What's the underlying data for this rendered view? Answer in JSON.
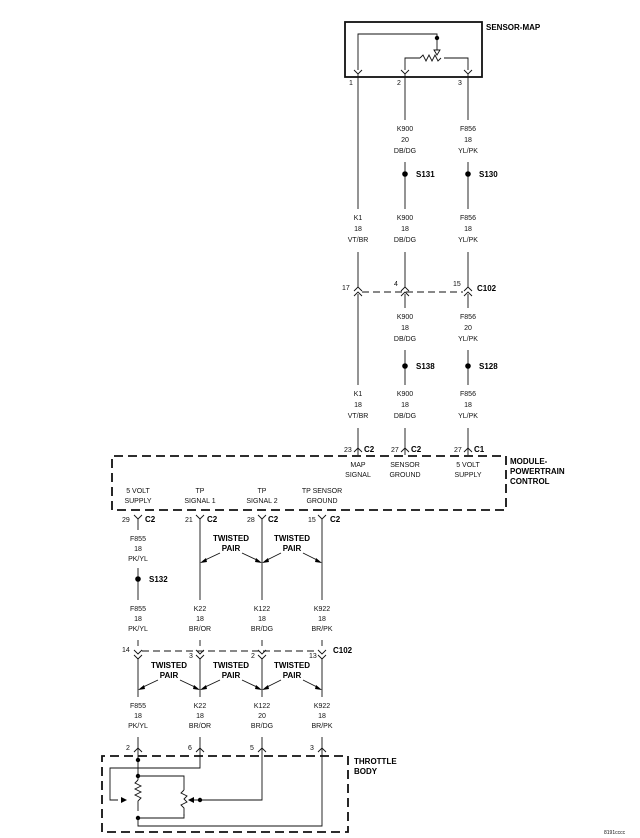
{
  "components": {
    "sensor_map": "SENSOR-MAP",
    "pcm_line1": "MODULE-",
    "pcm_line2": "POWERTRAIN",
    "pcm_line3": "CONTROL",
    "throttle_line1": "THROTTLE",
    "throttle_line2": "BODY"
  },
  "sensor_pins": [
    "1",
    "2",
    "3"
  ],
  "top_wires": {
    "k900_a": [
      "K900",
      "20",
      "DB/DG"
    ],
    "f856_a": [
      "F856",
      "18",
      "YL/PK"
    ],
    "k1_a": [
      "K1",
      "18",
      "VT/BR"
    ],
    "k900_b": [
      "K900",
      "18",
      "DB/DG"
    ],
    "f856_b": [
      "F856",
      "18",
      "YL/PK"
    ],
    "k900_c": [
      "K900",
      "18",
      "DB/DG"
    ],
    "f856_c": [
      "F856",
      "20",
      "YL/PK"
    ],
    "k1_b": [
      "K1",
      "18",
      "VT/BR"
    ],
    "k900_d": [
      "K900",
      "18",
      "DB/DG"
    ],
    "f856_d": [
      "F856",
      "18",
      "YL/PK"
    ]
  },
  "splices": {
    "s131": "S131",
    "s130": "S130",
    "s138": "S138",
    "s128": "S128",
    "s132": "S132"
  },
  "c102_top": {
    "pins": [
      "17",
      "4",
      "15"
    ],
    "label": "C102"
  },
  "pcm_pins_top": [
    {
      "pin": "23",
      "conn": "C2",
      "label1": "MAP",
      "label2": "SIGNAL"
    },
    {
      "pin": "27",
      "conn": "C2",
      "label1": "SENSOR",
      "label2": "GROUND"
    },
    {
      "pin": "27",
      "conn": "C1",
      "label1": "5 VOLT",
      "label2": "SUPPLY"
    }
  ],
  "pcm_pins_bottom": [
    {
      "pin": "29",
      "conn": "C2",
      "label1": "5 VOLT",
      "label2": "SUPPLY"
    },
    {
      "pin": "21",
      "conn": "C2",
      "label1": "TP",
      "label2": "SIGNAL 1"
    },
    {
      "pin": "28",
      "conn": "C2",
      "label1": "TP",
      "label2": "SIGNAL 2"
    },
    {
      "pin": "15",
      "conn": "C2",
      "label1": "TP SENSOR",
      "label2": "GROUND"
    }
  ],
  "twisted_pair": [
    "TWISTED",
    "PAIR"
  ],
  "bottom_wires": {
    "f855_a": [
      "F855",
      "18",
      "PK/YL"
    ],
    "f855_b": [
      "F855",
      "18",
      "PK/YL"
    ],
    "k22_a": [
      "K22",
      "18",
      "BR/OR"
    ],
    "k122_a": [
      "K122",
      "18",
      "BR/DG"
    ],
    "k922_a": [
      "K922",
      "18",
      "BR/PK"
    ],
    "f855_c": [
      "F855",
      "18",
      "PK/YL"
    ],
    "k22_b": [
      "K22",
      "18",
      "BR/OR"
    ],
    "k122_b": [
      "K122",
      "20",
      "BR/DG"
    ],
    "k922_b": [
      "K922",
      "18",
      "BR/PK"
    ]
  },
  "c102_bottom": {
    "pins": [
      "14",
      "3",
      "2",
      "13"
    ],
    "label": "C102"
  },
  "throttle_pins": [
    "2",
    "6",
    "5",
    "3"
  ],
  "figure_code": "8191cccc"
}
